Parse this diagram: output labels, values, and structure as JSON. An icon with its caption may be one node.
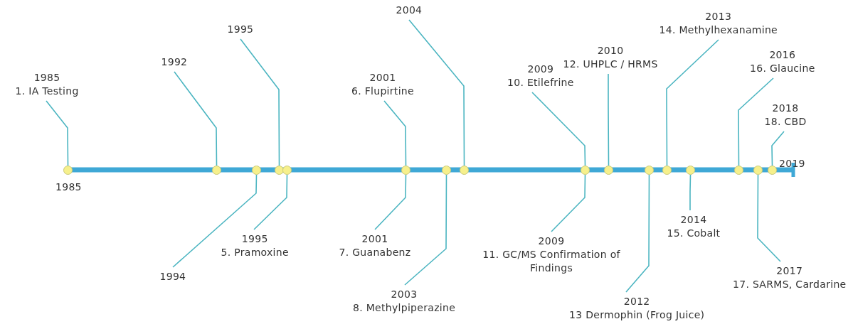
{
  "diagram": {
    "nodes": [
      {
        "text": [
          "1985",
          "1. IA Testing"
        ]
      },
      {
        "text": [
          "1992"
        ]
      },
      {
        "text": [
          "1994"
        ]
      },
      {
        "text": [
          "1995"
        ]
      },
      {
        "text": [
          "1995",
          "5. Pramoxine"
        ]
      },
      {
        "text": [
          "2001",
          "6. Flupirtine"
        ]
      },
      {
        "text": [
          "2001",
          "7. Guanabenz"
        ]
      },
      {
        "text": [
          "2003",
          "8. Methylpiperazine"
        ]
      },
      {
        "text": [
          "2004"
        ]
      },
      {
        "text": [
          "2009",
          "10. Etilefrine"
        ]
      },
      {
        "text": [
          "2009",
          "11. GC/MS Confirmation of Findings"
        ]
      },
      {
        "text": [
          "2010",
          "12. UHPLC / HRMS"
        ]
      },
      {
        "text": [
          "2012",
          "13 Dermophin (Frog Juice)"
        ]
      },
      {
        "text": [
          "2013",
          "14. Methylhexanamine"
        ]
      },
      {
        "text": [
          "2014",
          "15. Cobalt"
        ]
      },
      {
        "text": [
          "2016",
          "16. Glaucine"
        ]
      },
      {
        "text": [
          "2017",
          "17. SARMS, Cardarine"
        ]
      },
      {
        "text": [
          "2018",
          "18. CBD"
        ]
      },
      {
        "text": [],
        "shape": "circle"
      },
      {
        "text": [],
        "shape": "circle"
      },
      {
        "text": [],
        "shape": "circle"
      },
      {
        "text": [],
        "shape": "circle"
      },
      {
        "text": [],
        "shape": "circle"
      },
      {
        "text": [],
        "shape": "circle"
      },
      {
        "text": [],
        "shape": "circle"
      },
      {
        "text": [],
        "shape": "circle"
      },
      {
        "text": [],
        "shape": "circle"
      },
      {
        "text": [],
        "shape": "circle"
      },
      {
        "text": [],
        "shape": "circle"
      },
      {
        "text": [],
        "shape": "circle"
      },
      {
        "text": [],
        "shape": "circle"
      },
      {
        "text": [],
        "shape": "circle"
      },
      {
        "text": [],
        "shape": "circle"
      },
      {
        "text": [],
        "shape": "circle"
      }
    ],
    "edges": [
      {
        "from": 0,
        "to": 18,
        "arrow": "none"
      },
      {
        "from": 1,
        "to": 19,
        "arrow": "none"
      },
      {
        "from": 2,
        "to": 20,
        "arrow": "none"
      },
      {
        "from": 3,
        "to": 21,
        "arrow": "none"
      },
      {
        "from": 4,
        "to": 22,
        "arrow": "none"
      },
      {
        "from": 5,
        "to": 23,
        "arrow": "none"
      },
      {
        "from": 6,
        "to": 23,
        "arrow": "none"
      },
      {
        "from": 7,
        "to": 24,
        "arrow": "none"
      },
      {
        "from": 8,
        "to": 25,
        "arrow": "none"
      },
      {
        "from": 9,
        "to": 26,
        "arrow": "none"
      },
      {
        "from": 10,
        "to": 26,
        "arrow": "none"
      },
      {
        "from": 11,
        "to": 27,
        "arrow": "none"
      },
      {
        "from": 12,
        "to": 28,
        "arrow": "none"
      },
      {
        "from": 13,
        "to": 29,
        "arrow": "none"
      },
      {
        "from": 14,
        "to": 30,
        "arrow": "none"
      },
      {
        "from": 15,
        "to": 31,
        "arrow": "none"
      },
      {
        "from": 16,
        "to": 32,
        "arrow": "none"
      },
      {
        "from": 17,
        "to": 33,
        "arrow": "none"
      }
    ],
    "labels": [
      "1985",
      "2019"
    ]
  }
}
